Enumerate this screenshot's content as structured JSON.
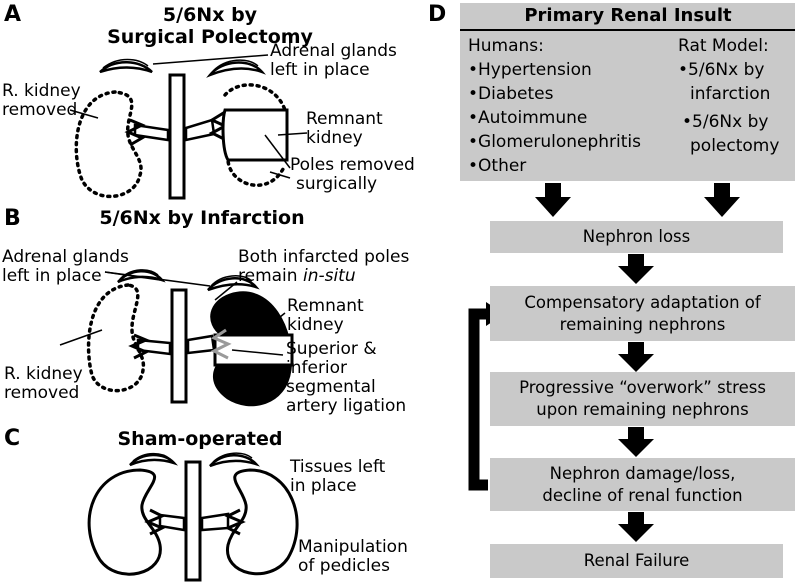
{
  "panels": {
    "a": {
      "letter": "A",
      "title": [
        "5/6Nx by",
        "Surgical Polectomy"
      ],
      "adrenal": [
        "Adrenal glands",
        "left in place"
      ],
      "removed": [
        "R. kidney",
        "removed"
      ],
      "remnant": [
        "Remnant",
        "kidney"
      ],
      "poles": [
        "Poles removed",
        "surgically"
      ]
    },
    "b": {
      "letter": "B",
      "title": "5/6Nx by Infarction",
      "adrenal": [
        "Adrenal glands",
        "left in place"
      ],
      "infarcted": [
        "Both infarcted poles",
        "remain"
      ],
      "insitu": "in-situ",
      "remnant": [
        "Remnant",
        "kidney"
      ],
      "removed": [
        "R. kidney",
        "removed"
      ],
      "ligation": [
        "Superior &",
        "inferior",
        "segmental",
        "artery ligation"
      ]
    },
    "c": {
      "letter": "C",
      "title": "Sham-operated",
      "tissues": [
        "Tissues left",
        "in place"
      ],
      "manip": [
        "Manipulation",
        "of pedicles"
      ]
    },
    "d": {
      "letter": "D",
      "insult": "Primary Renal Insult",
      "humans_head": "Humans:",
      "humans": [
        "•Hypertension",
        "•Diabetes",
        "•Autoimmune",
        "•Glomerulonephritis",
        "•Other"
      ],
      "rat_head": "Rat Model:",
      "rat": [
        "•5/6Nx by",
        "infarction",
        "•5/6Nx by",
        "polectomy"
      ],
      "steps": [
        [
          "Nephron loss"
        ],
        [
          "Compensatory adaptation of",
          "remaining nephrons"
        ],
        [
          "Progressive “overwork” stress",
          "upon remaining nephrons"
        ],
        [
          "Nephron damage/loss,",
          "decline of renal function"
        ],
        [
          "Renal Failure"
        ]
      ]
    }
  },
  "colors": {
    "box": "#c9c9c9",
    "ink": "#000000",
    "artery_gray": "#9a9a9a"
  }
}
